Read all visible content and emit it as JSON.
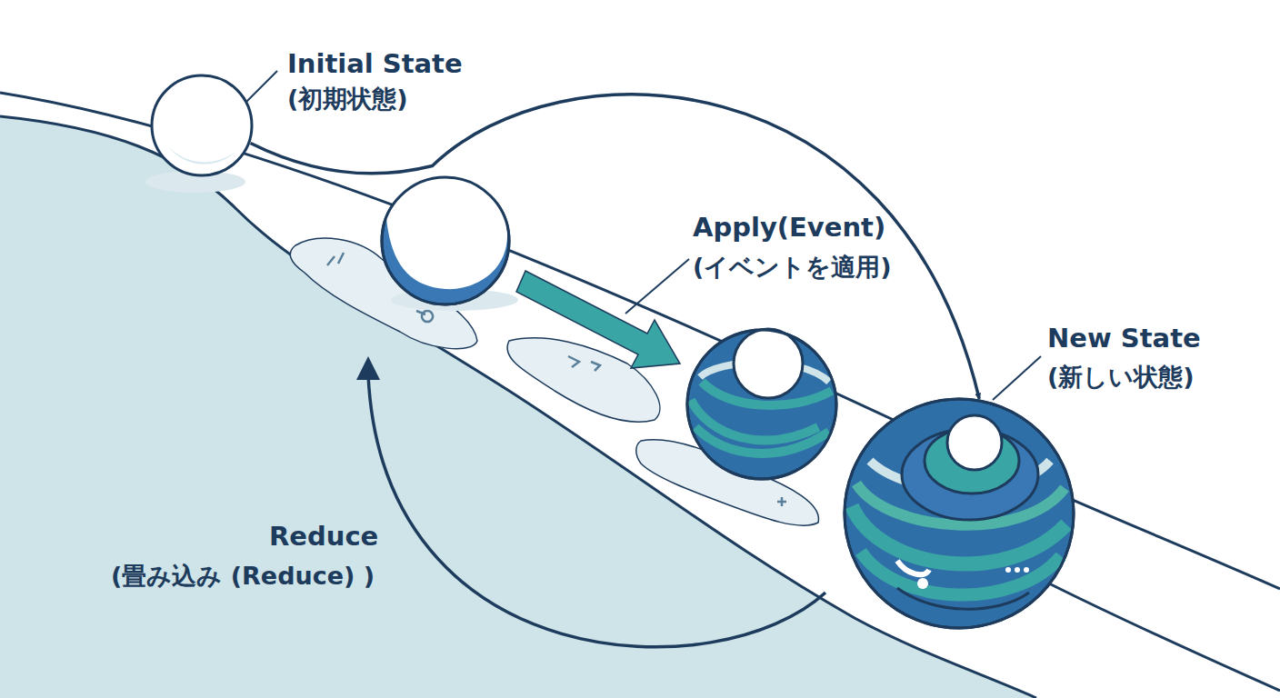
{
  "diagram": {
    "nodes": [
      {
        "text": [
          "Initial State",
          "(初期状態)"
        ]
      },
      {
        "text": [
          "New State",
          "(新しい状態)"
        ]
      }
    ],
    "edges": [
      {
        "from": 0,
        "to": 1,
        "arrow": "to"
      }
    ],
    "labels": [
      "Apply(Event)",
      "(イベントを適用)",
      "Reduce",
      "(畳み込み (Reduce) )"
    ]
  }
}
